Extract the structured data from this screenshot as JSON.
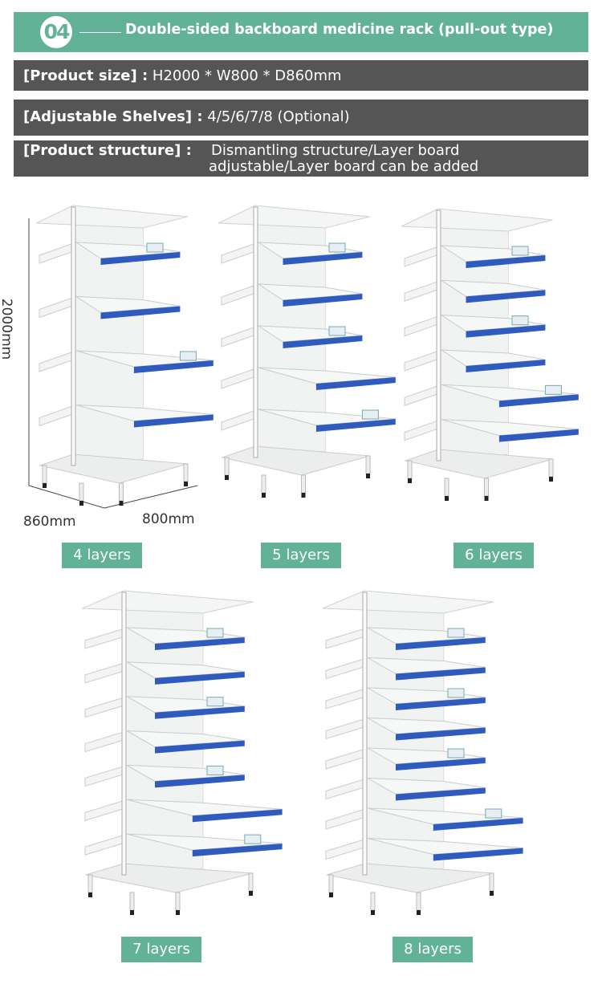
{
  "header": {
    "number": "04",
    "title": "Double-sided backboard medicine rack (pull-out type)"
  },
  "specs": [
    {
      "key": "[Product size] :",
      "value": "H2000 * W800 * D860mm"
    },
    {
      "key": "[Adjustable Shelves] :",
      "value": "4/5/6/7/8 (Optional)"
    },
    {
      "key": "[Product structure] :",
      "value_line1": "Dismantling structure/Layer board",
      "value_line2": "adjustable/Layer board can be added"
    }
  ],
  "dimensions": {
    "height": "2000mm",
    "depth": "860mm",
    "width": "800mm"
  },
  "racks": [
    {
      "layers": 4,
      "label": "4 layers"
    },
    {
      "layers": 5,
      "label": "5 layers"
    },
    {
      "layers": 6,
      "label": "6 layers"
    },
    {
      "layers": 7,
      "label": "7 layers"
    },
    {
      "layers": 8,
      "label": "8 layers"
    }
  ],
  "colors": {
    "accent": "#62b297",
    "bar": "#555555",
    "shelf_front": "#2f5bbf"
  }
}
